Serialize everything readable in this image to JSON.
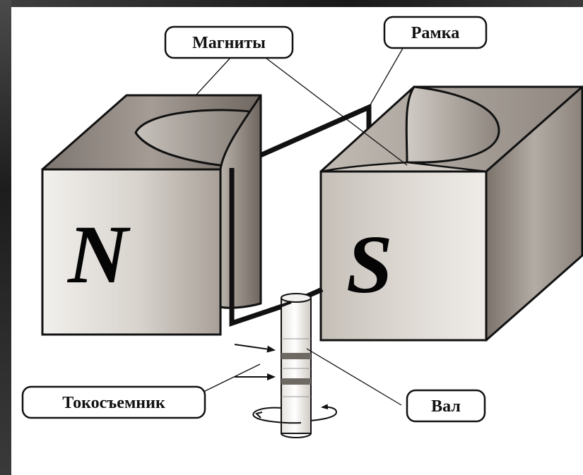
{
  "labels": {
    "magnets": "Магниты",
    "frame": "Рамка",
    "collector": "Токосъемник",
    "shaft": "Вал"
  },
  "poles": {
    "north": "N",
    "south": "S"
  },
  "colors": {
    "outer_frame": "#2b2b2b",
    "background": "#ffffff",
    "magnet_face": "#d6d1cb",
    "magnet_dark": "#8f8780",
    "wire": "#111111",
    "outline": "#111111"
  }
}
